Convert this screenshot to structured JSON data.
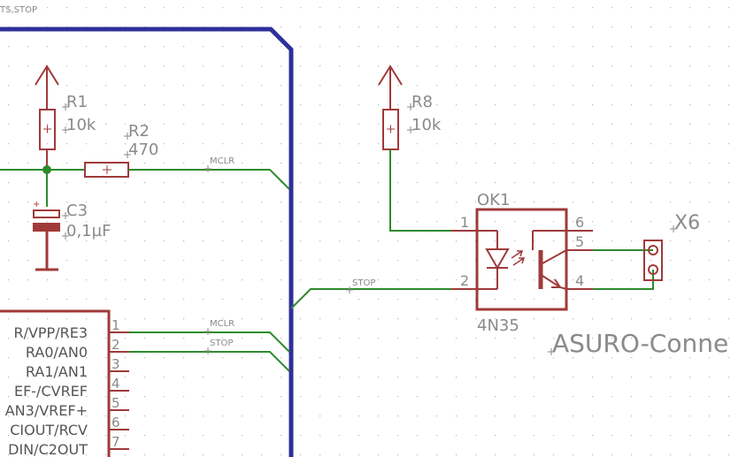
{
  "colors": {
    "background": "#ffffff",
    "grid_dot": "#b8b8b8",
    "component": "#a03a3a",
    "wire": "#2e8a2e",
    "bus": "#2f2f9a",
    "label": "#8a8a8a",
    "junction": "#2e8a2e"
  },
  "schematic": {
    "bus_name": "TS,STOP",
    "r1": {
      "name": "R1",
      "value": "10k"
    },
    "r2": {
      "name": "R2",
      "value": "470"
    },
    "c3": {
      "name": "C3",
      "value": "0,1µF"
    },
    "r8": {
      "name": "R8",
      "value": "10k"
    },
    "net_labels": {
      "mclr_top": "MCLR",
      "stop_mid": "STOP",
      "mclr_pin": "MCLR",
      "stop_pin": "STOP"
    },
    "optocoupler": {
      "name": "OK1",
      "value": "4N35",
      "pins": {
        "p1": "1",
        "p2": "2",
        "p4": "4",
        "p5": "5",
        "p6": "6"
      }
    },
    "connector": {
      "name": "X6"
    },
    "asuro_label": "ASURO-Conne",
    "mcu": {
      "pin_names": [
        "R/VPP/RE3",
        "RA0/AN0",
        "RA1/AN1",
        "EF-/CVREF",
        "AN3/VREF+",
        "CIOUT/RCV",
        "DIN/C2OUT"
      ],
      "pin_numbers": [
        "1",
        "2",
        "3",
        "4",
        "5",
        "6",
        "7"
      ]
    }
  }
}
